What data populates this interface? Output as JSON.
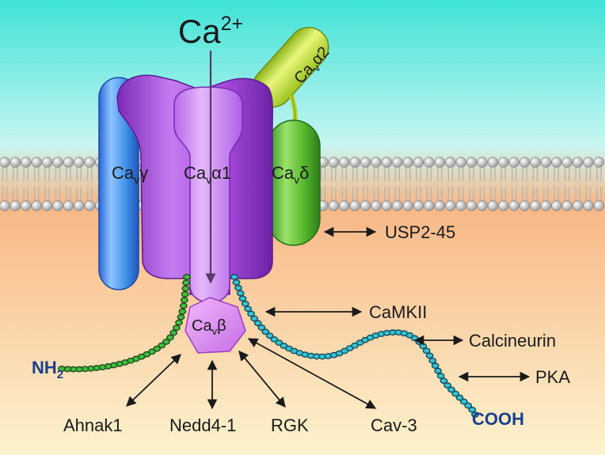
{
  "ion": {
    "base": "Ca",
    "sup": "2+"
  },
  "subunits": {
    "gamma": {
      "base": "Ca",
      "sub": "v",
      "greek": "γ"
    },
    "alpha1": {
      "base": "Ca",
      "sub": "v",
      "greek": "α1"
    },
    "delta": {
      "base": "Ca",
      "sub": "v",
      "greek": "δ"
    },
    "alpha2": {
      "base": "Ca",
      "sub": "v",
      "greek": "α2"
    },
    "beta": {
      "base": "Ca",
      "sub": "v",
      "greek": "β"
    }
  },
  "termini": {
    "n": {
      "base": "NH",
      "sub": "2"
    },
    "c": "COOH"
  },
  "interactors": {
    "usp": "USP2-45",
    "camkii": "CaMKII",
    "calcineurin": "Calcineurin",
    "pka": "PKA",
    "ahnak": "Ahnak1",
    "nedd": "Nedd4-1",
    "rgk": "RGK",
    "cav3": "Cav-3"
  },
  "colors": {
    "extracellular": "#3fe3d7",
    "intracellular": "#f9d79a",
    "alpha1": "#a64ddc",
    "gamma": "#3a8fe8",
    "delta": "#4fae2a",
    "alpha2": "#b7d62b",
    "n_terminus_beads": "#3fbf3f",
    "c_terminus_beads": "#33c3d6",
    "termini_text": "#1a3f8f"
  }
}
